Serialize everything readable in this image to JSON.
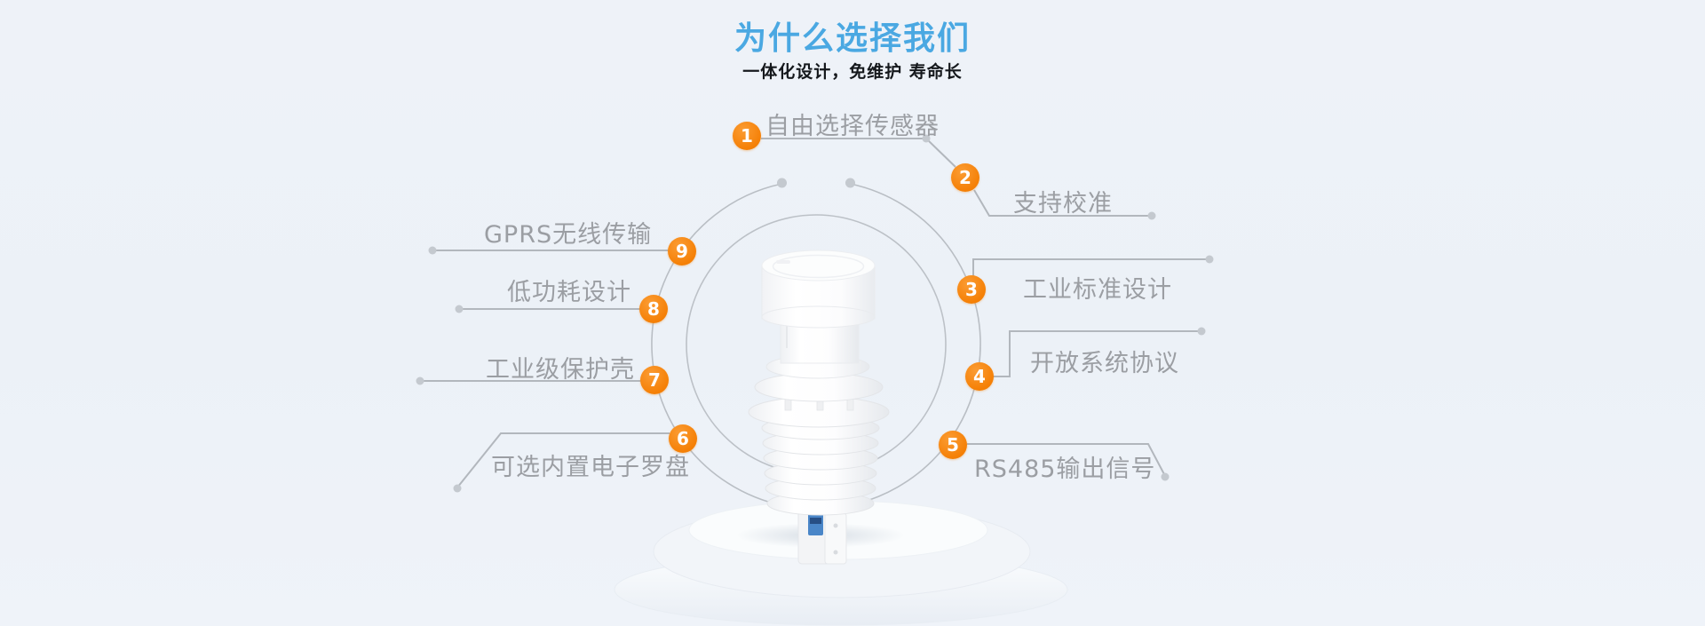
{
  "header": {
    "title": "为什么选择我们",
    "subtitle": "一体化设计，免维护 寿命长"
  },
  "features": [
    {
      "number": "1",
      "label": "自由选择传感器"
    },
    {
      "number": "2",
      "label": "支持校准"
    },
    {
      "number": "3",
      "label": "工业标准设计"
    },
    {
      "number": "4",
      "label": "开放系统协议"
    },
    {
      "number": "5",
      "label": "RS485输出信号"
    },
    {
      "number": "6",
      "label": "可选内置电子罗盘"
    },
    {
      "number": "7",
      "label": "工业级保护壳"
    },
    {
      "number": "8",
      "label": "低功耗设计"
    },
    {
      "number": "9",
      "label": "GPRS无线传输"
    }
  ],
  "colors": {
    "title_blue": "#4aa8e2",
    "subtitle_black": "#15181c",
    "badge_orange": "#f58006",
    "label_gray": "#9b9ea3",
    "line_gray": "#b2b7bd",
    "dot_gray": "#c4c9cf",
    "background": "#edf1f7"
  }
}
